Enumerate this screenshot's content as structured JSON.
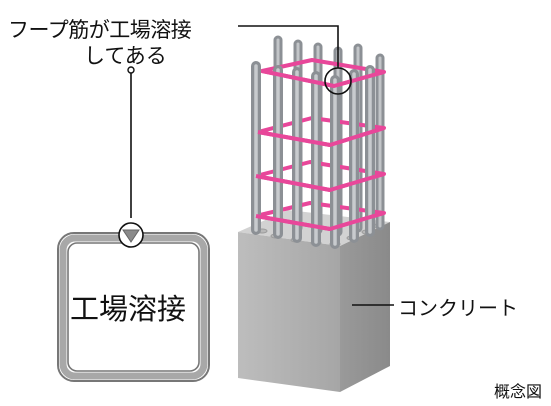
{
  "labels": {
    "hoop_line1": "フープ筋が工場溶接",
    "hoop_line2": "してある",
    "concrete": "コンクリート",
    "welded": "工場溶接",
    "note": "概念図"
  },
  "colors": {
    "hoop": "#e8479a",
    "rebar": "#a9adb2",
    "concrete_front": "#b3b3b3",
    "concrete_side": "#989898",
    "concrete_top": "#d0d0d0",
    "leader": "#111111"
  }
}
